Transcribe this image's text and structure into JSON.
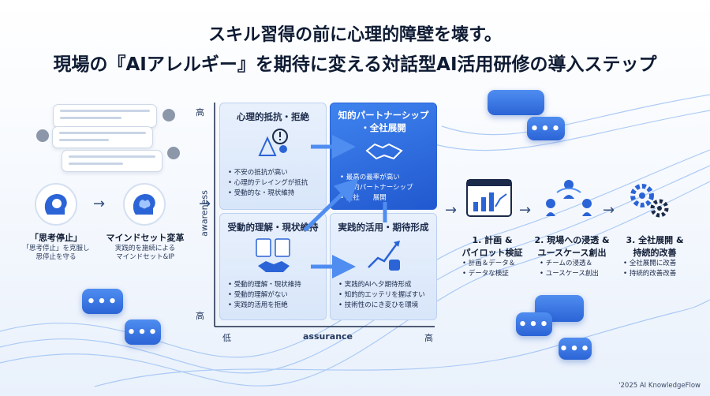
{
  "title": {
    "line1": "スキル習得の前に心理的障壁を壊す。",
    "line2": "現場の『AIアレルギー』を期待に変える対話型AI活用研修の導入ステップ"
  },
  "left_steps": [
    {
      "label": "「思考停止」",
      "sub": "「思考停止」を克服し\n思停止を守る"
    },
    {
      "label": "マインドセット変革",
      "sub": "実践的を施続による\nマインドセット&IP"
    }
  ],
  "chart_data": {
    "type": "quadrant",
    "x_axis": {
      "label": "assurance",
      "low": "低",
      "high": "高"
    },
    "y_axis": {
      "label": "awareness",
      "top": "高",
      "bottom": "高"
    },
    "quadrants": [
      {
        "id": "top-left",
        "title": "心理的抵抗・拒絶",
        "items": [
          "不安の抵抗が高い",
          "心理的テレイングが抵抗",
          "受動的な・現状維持"
        ]
      },
      {
        "id": "top-right",
        "title": "知的パートナーシップ\n・全社展開",
        "items": [
          "最高の最率が高い",
          "知的パートナーシップ",
          "全社　　展開"
        ]
      },
      {
        "id": "bottom-left",
        "title": "受動的理解・現状維持",
        "items": [
          "受動的理解・現状維持",
          "受動的理解がない",
          "実践的活用を拒絶"
        ]
      },
      {
        "id": "bottom-right",
        "title": "実践的活用・期待形成",
        "items": [
          "実践的AIへ夕期待形成",
          "知的的エッテリを握ばすい",
          "技術性のにき変ひを環境"
        ]
      }
    ]
  },
  "right_steps": [
    {
      "label": "1. 計画 &\nパイロット検証",
      "items": [
        "計画＆データ＆",
        "データな検証"
      ]
    },
    {
      "label": "2. 現場への浸透 &\nユースケース創出",
      "items": [
        "チームの浸透＆",
        "ユースケース創出"
      ]
    },
    {
      "label": "3. 全社展開 &\n持続的改善",
      "items": [
        "全社展開に改善",
        "持続的改善改善"
      ]
    }
  ],
  "bubble_text": "•••",
  "arrow_glyph": "→",
  "footer": "'2025 AI KnowledgeFlow",
  "colors": {
    "accent": "#2b64d6",
    "dark": "#0e1b33",
    "quad_light": "#e3edfb"
  }
}
